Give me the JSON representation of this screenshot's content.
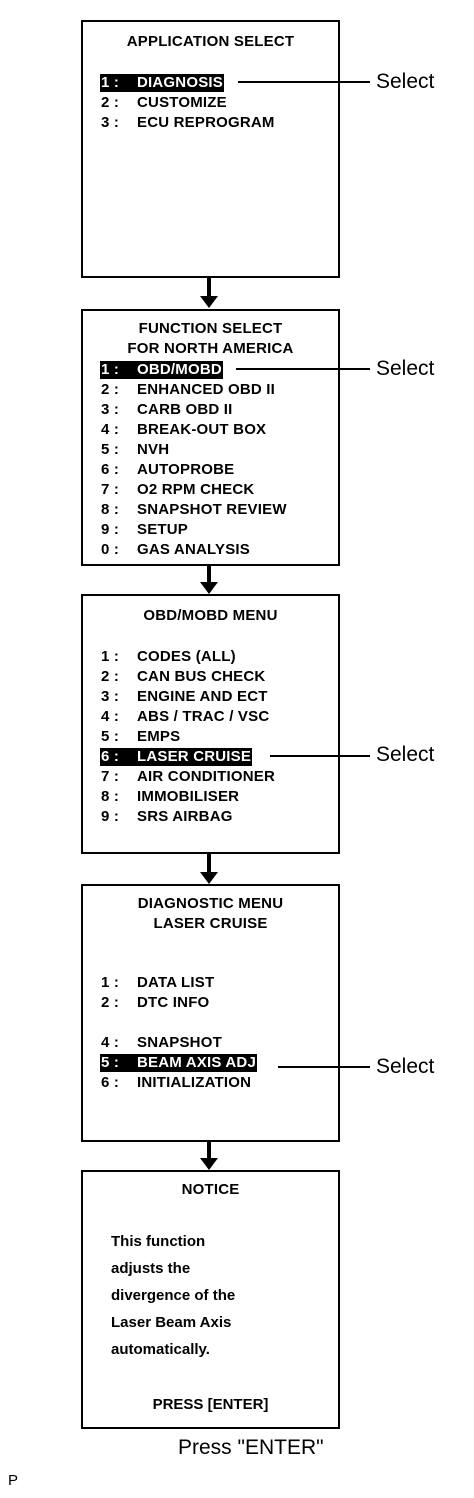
{
  "screens": [
    {
      "title_lines": [
        "APPLICATION SELECT"
      ],
      "items": [
        {
          "num": "1 :",
          "label": "DIAGNOSIS",
          "selected": true
        },
        {
          "num": "2 :",
          "label": "CUSTOMIZE"
        },
        {
          "num": "3 :",
          "label": "ECU REPROGRAM"
        }
      ]
    },
    {
      "title_lines": [
        "FUNCTION SELECT",
        "FOR NORTH AMERICA"
      ],
      "items": [
        {
          "num": "1 :",
          "label": "OBD/MOBD",
          "selected": true
        },
        {
          "num": "2 :",
          "label": "ENHANCED OBD II"
        },
        {
          "num": "3 :",
          "label": "CARB OBD II"
        },
        {
          "num": "4 :",
          "label": "BREAK-OUT BOX"
        },
        {
          "num": "5 :",
          "label": "NVH"
        },
        {
          "num": "6 :",
          "label": "AUTOPROBE"
        },
        {
          "num": "7 :",
          "label": "O2 RPM CHECK"
        },
        {
          "num": "8 :",
          "label": "SNAPSHOT REVIEW"
        },
        {
          "num": "9 :",
          "label": "SETUP"
        },
        {
          "num": "0 :",
          "label": "GAS ANALYSIS"
        }
      ]
    },
    {
      "title_lines": [
        "OBD/MOBD MENU"
      ],
      "items": [
        {
          "num": "1 :",
          "label": "CODES (ALL)"
        },
        {
          "num": "2 :",
          "label": "CAN BUS CHECK"
        },
        {
          "num": "3 :",
          "label": "ENGINE AND ECT"
        },
        {
          "num": "4 :",
          "label": "ABS / TRAC / VSC"
        },
        {
          "num": "5 :",
          "label": "EMPS"
        },
        {
          "num": "6 :",
          "label": "LASER CRUISE",
          "selected": true
        },
        {
          "num": "7 :",
          "label": "AIR CONDITIONER"
        },
        {
          "num": "8 :",
          "label": "IMMOBILISER"
        },
        {
          "num": "9 :",
          "label": "SRS AIRBAG"
        }
      ]
    },
    {
      "title_lines": [
        "DIAGNOSTIC MENU",
        "LASER CRUISE"
      ],
      "items": [
        {
          "num": "1 :",
          "label": "DATA LIST"
        },
        {
          "num": "2 :",
          "label": "DTC INFO"
        },
        {
          "num": "4 :",
          "label": "SNAPSHOT"
        },
        {
          "num": "5 :",
          "label": "BEAM AXIS ADJ",
          "selected": true
        },
        {
          "num": "6 :",
          "label": "INITIALIZATION"
        }
      ]
    }
  ],
  "notice": {
    "title": "NOTICE",
    "body_lines": [
      "This function",
      "adjusts the",
      "divergence of the",
      "Laser Beam Axis",
      "automatically."
    ],
    "prompt": "PRESS [ENTER]"
  },
  "annotations": {
    "select_label": "Select",
    "caption": "Press \"ENTER\""
  },
  "page_mark": "P"
}
